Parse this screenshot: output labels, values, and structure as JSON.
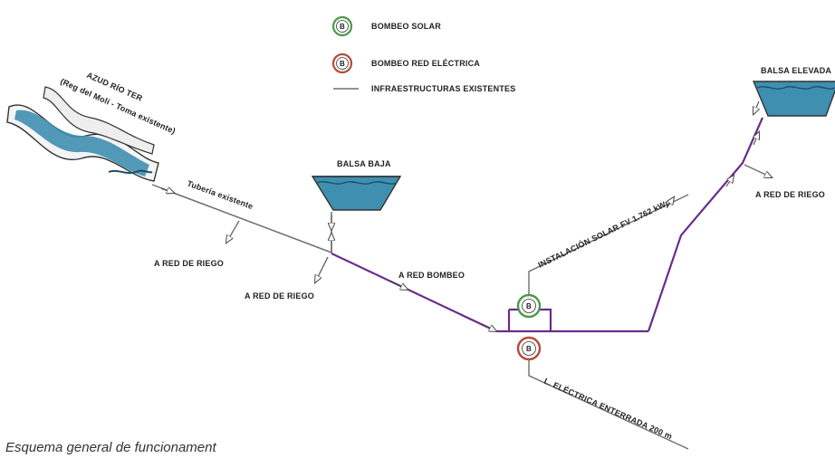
{
  "legend": {
    "pump_letter": "B",
    "solar": "BOMBEO SOLAR",
    "grid": "BOMBEO RED ELÉCTRICA",
    "existing": "INFRAESTRUCTURAS EXISTENTES"
  },
  "labels": {
    "azud_line1": "AZUD RÍO TER",
    "azud_line2": "(Reg del Molí - Toma existente)",
    "pipe_existing": "Tubería existente",
    "riego_left": "A RED DE RIEGO",
    "riego_mid": "A RED DE RIEGO",
    "riego_right": "A RED DE RIEGO",
    "balsa_baja": "BALSA BAJA",
    "balsa_elevada": "BALSA ELEVADA",
    "red_bombeo": "A RED BOMBEO",
    "solar_install": "INSTALACIÓN SOLAR FV 1.762 kWp",
    "electric_line": "L. ELÉCTRICA ENTERRADA 200 m"
  },
  "caption": "Esquema general de funcionament",
  "colors": {
    "existing_line": "#6e6e6e",
    "new_line": "#6a2c8a",
    "solar_pump": "#4a9a4a",
    "grid_pump": "#b54a3a",
    "water": "#3f8fb0"
  }
}
